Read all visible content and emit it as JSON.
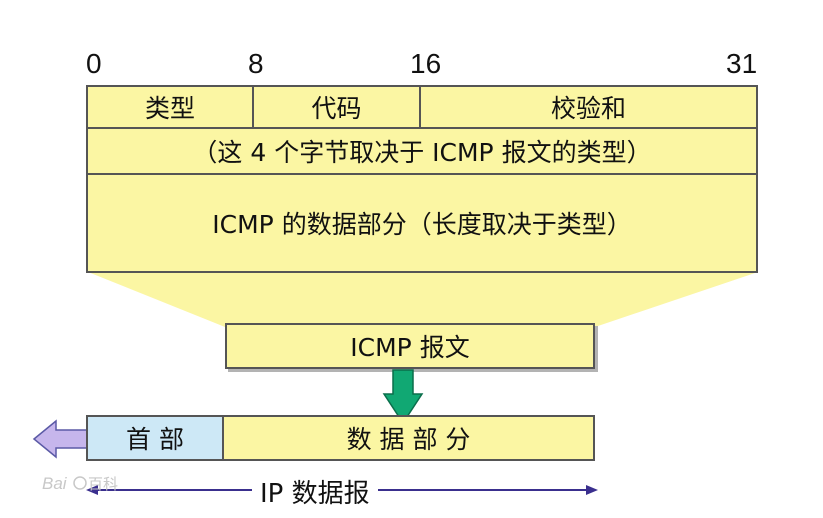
{
  "bit_positions": [
    "0",
    "8",
    "16",
    "31"
  ],
  "header_fields": {
    "type": "类型",
    "code": "代码",
    "checksum": "校验和"
  },
  "rest_of_header": "（这 4 个字节取决于 ICMP 报文的类型）",
  "icmp_data": "ICMP 的数据部分（长度取决于类型）",
  "icmp_message": "ICMP 报文",
  "ip_header": "首 部",
  "ip_data": "数 据 部 分",
  "ip_datagram": "IP 数据报",
  "watermark": "Baidu百科",
  "colors": {
    "fill_yellow": "#fbf6a3",
    "fill_blue": "#cde8f6",
    "arrow_green": "#11a873",
    "arrow_purple": "#3a2f8e",
    "arrow_lavender": "#c6b6ec"
  }
}
